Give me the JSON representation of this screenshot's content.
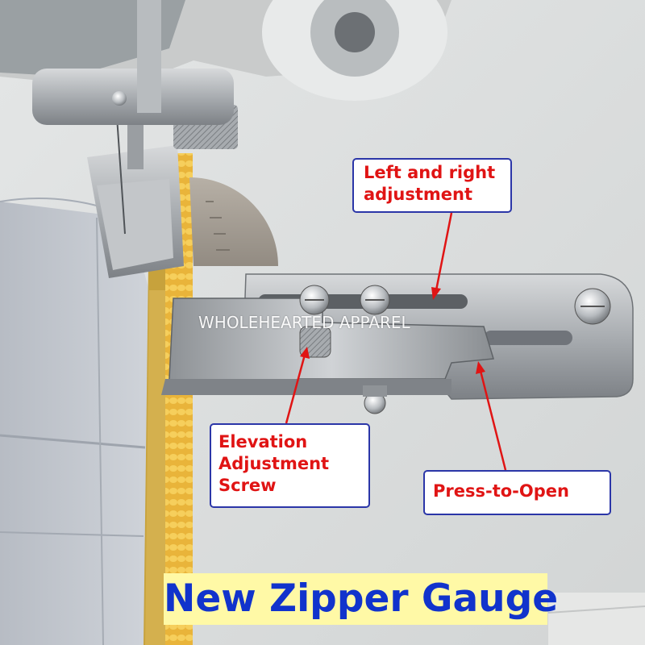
{
  "callouts": {
    "left_right": {
      "line1": "Left and right",
      "line2": "adjustment"
    },
    "elevation": {
      "line1": "Elevation",
      "line2": "Adjustment",
      "line3": "Screw"
    },
    "press_open": {
      "label": "Press-to-Open"
    }
  },
  "watermark": "WHOLEHEARTED APPAREL",
  "banner": {
    "title": "New Zipper Gauge"
  },
  "colors": {
    "callout_text": "#e01414",
    "callout_border": "#2b36a8",
    "banner_bg": "#fff9a6",
    "banner_text": "#1133cc",
    "arrow": "#e01414"
  }
}
